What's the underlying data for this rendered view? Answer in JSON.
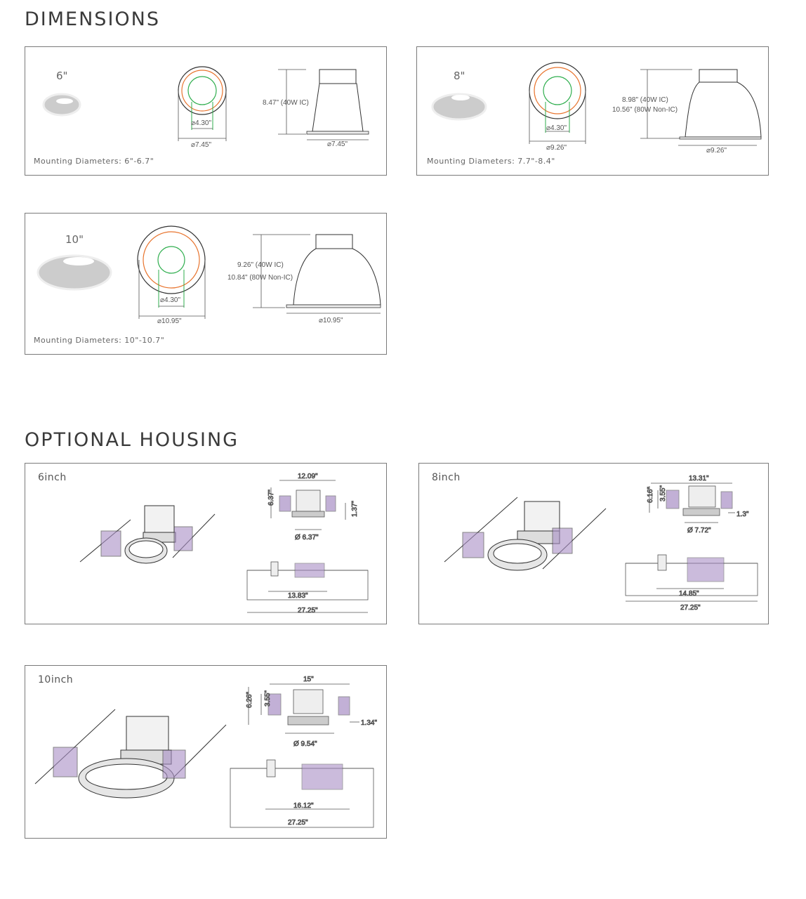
{
  "dimensions": {
    "title": "DIMENSIONS",
    "panels": [
      {
        "size": "6\"",
        "mounting": "Mounting Diameters: 6\"-6.7\"",
        "inner_dia": "⌀4.30\"",
        "outer_dia": "⌀7.45\"",
        "height": "8.47\" (40W IC)",
        "height2": "",
        "base_dia": "⌀7.45\""
      },
      {
        "size": "8\"",
        "mounting": "Mounting Diameters: 7.7\"-8.4\"",
        "inner_dia": "⌀4.30\"",
        "outer_dia": "⌀9.26\"",
        "height": "8.98\" (40W IC)",
        "height2": "10.56\" (80W Non-IC)",
        "base_dia": "⌀9.26\""
      },
      {
        "size": "10\"",
        "mounting": "Mounting Diameters: 10\"-10.7\"",
        "inner_dia": "⌀4.30\"",
        "outer_dia": "⌀10.95\"",
        "height": "9.26\" (40W IC)",
        "height2": "10.84\" (80W Non-IC)",
        "base_dia": "⌀10.95\""
      }
    ]
  },
  "housing": {
    "title": "OPTIONAL HOUSING",
    "panels": [
      {
        "label": "6inch",
        "width": "12.09\"",
        "height": "6.37\"",
        "height2": "",
        "side": "1.37\"",
        "aperture": "Ø 6.37\"",
        "bottom_inner": "13.83\"",
        "bottom_total": "27.25\""
      },
      {
        "label": "8inch",
        "width": "13.31\"",
        "height": "6.16\"",
        "height2": "3.55\"",
        "side": "1.3\"",
        "aperture": "Ø 7.72\"",
        "bottom_inner": "14.85\"",
        "bottom_total": "27.25\""
      },
      {
        "label": "10inch",
        "width": "15\"",
        "height": "6.26\"",
        "height2": "3.55\"",
        "side": "1.34\"",
        "aperture": "Ø 9.54\"",
        "bottom_inner": "16.12\"",
        "bottom_total": "27.25\""
      }
    ]
  },
  "colors": {
    "orange": "#e8742e",
    "green": "#2fae4e",
    "purple": "#a98fc6",
    "line": "#555555"
  }
}
